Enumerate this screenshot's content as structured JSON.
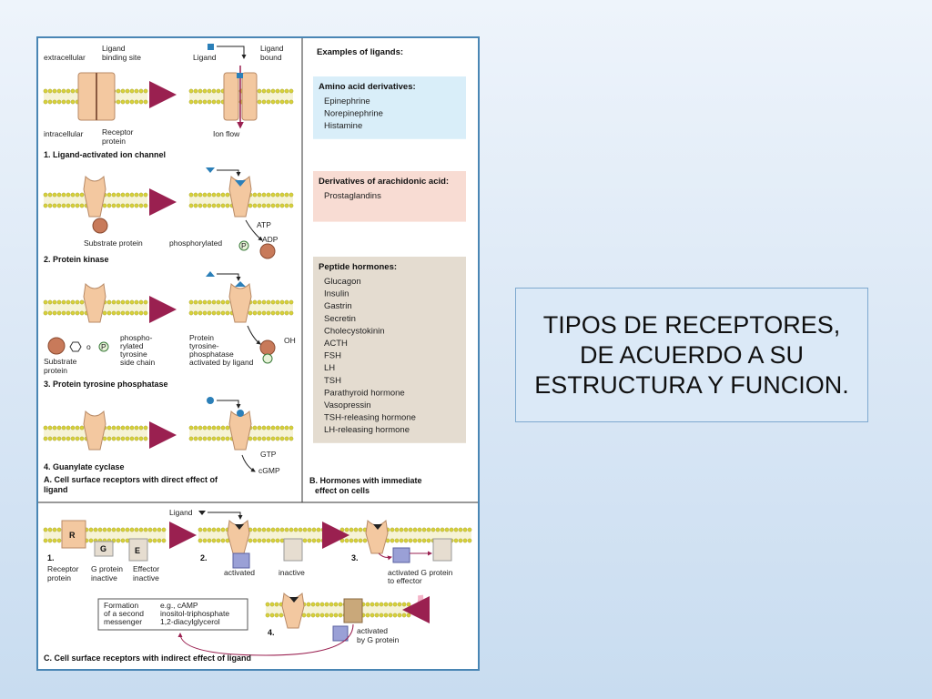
{
  "slide_title": "TIPOS DE RECEPTORES,\nDE ACUERDO A SU\nESTRUCTURA Y FUNCION.",
  "panel_a": {
    "ion_channel": {
      "extracellular": "extracellular",
      "binding_site": [
        "Ligand",
        "binding site"
      ],
      "ligand": "Ligand",
      "ligand_bound": [
        "Ligand",
        "bound"
      ],
      "intracellular": "intracellular",
      "receptor_protein": [
        "Receptor",
        "protein"
      ],
      "ion_flow": "Ion flow",
      "caption": "1. Ligand-activated ion channel"
    },
    "protein_kinase": {
      "atp": "ATP",
      "adp": "ADP",
      "substrate": "Substrate protein",
      "phosphorylated": "phosphorylated",
      "p": "P",
      "caption": "2. Protein kinase"
    },
    "phosphatase": {
      "substrate": [
        "Substrate",
        "protein"
      ],
      "side_chain": [
        "phospho-",
        "rylated",
        "tyrosine",
        "side chain"
      ],
      "plus": "o",
      "p": "P",
      "oh": "OH",
      "enzyme": [
        "Protein",
        "tyrosine-",
        "phosphatase",
        "activated by ligand"
      ],
      "caption": "3. Protein tyrosine phosphatase"
    },
    "guanylate": {
      "gtp": "GTP",
      "cgmp": "cGMP",
      "caption": "4. Guanylate cyclase"
    },
    "footer": [
      "A. Cell surface receptors with direct effect of",
      "ligand"
    ]
  },
  "panel_b": {
    "heading": "Examples of ligands:",
    "boxes": [
      {
        "title": "Amino acid derivatives:",
        "items": [
          "Epinephrine",
          "Norepinephrine",
          "Histamine"
        ],
        "color": "#d9eef9"
      },
      {
        "title": "Derivatives of arachidonic acid:",
        "items": [
          "Prostaglandins"
        ],
        "color": "#f8dcd3"
      },
      {
        "title": "Peptide hormones:",
        "items": [
          "Glucagon",
          "Insulin",
          "Gastrin",
          "Secretin",
          "Cholecystokinin",
          "ACTH",
          "FSH",
          "LH",
          "TSH",
          "Parathyroid hormone",
          "Vasopressin",
          "TSH-releasing hormone",
          "LH-releasing hormone"
        ],
        "color": "#e4dcd0"
      }
    ],
    "footer": [
      "B. Hormones with immediate",
      "effect on cells"
    ]
  },
  "panel_c": {
    "ligand": "Ligand",
    "r": "R",
    "g": "G",
    "e": "E",
    "step1": "1.",
    "step2": "2.",
    "step3": "3.",
    "step4": "4.",
    "receptor": [
      "Receptor",
      "protein"
    ],
    "g_inactive": [
      "G protein",
      "inactive"
    ],
    "effector_inactive": [
      "Effector",
      "inactive"
    ],
    "activated": "activated",
    "inactive": "inactive",
    "to_effector": [
      "activated G protein",
      "to effector"
    ],
    "second_messenger": [
      "Formation",
      "of a second",
      "messenger"
    ],
    "messenger_examples": [
      "e.g., cAMP",
      "inositol-triphosphate",
      "1,2-diacylglycerol"
    ],
    "activated_by_g": [
      "activated",
      "by G protein"
    ],
    "footer": "C. Cell surface receptors with indirect effect of ligand"
  },
  "colors": {
    "lipid_head": "#d8d23a",
    "protein": "#f3c8a0",
    "g_protein": "#9aa0d6",
    "effector": "#e6ddd0",
    "accent_arrow": "#f4b4c8",
    "ion_arrow": "#9a2050",
    "frame": "#4a86b4"
  }
}
